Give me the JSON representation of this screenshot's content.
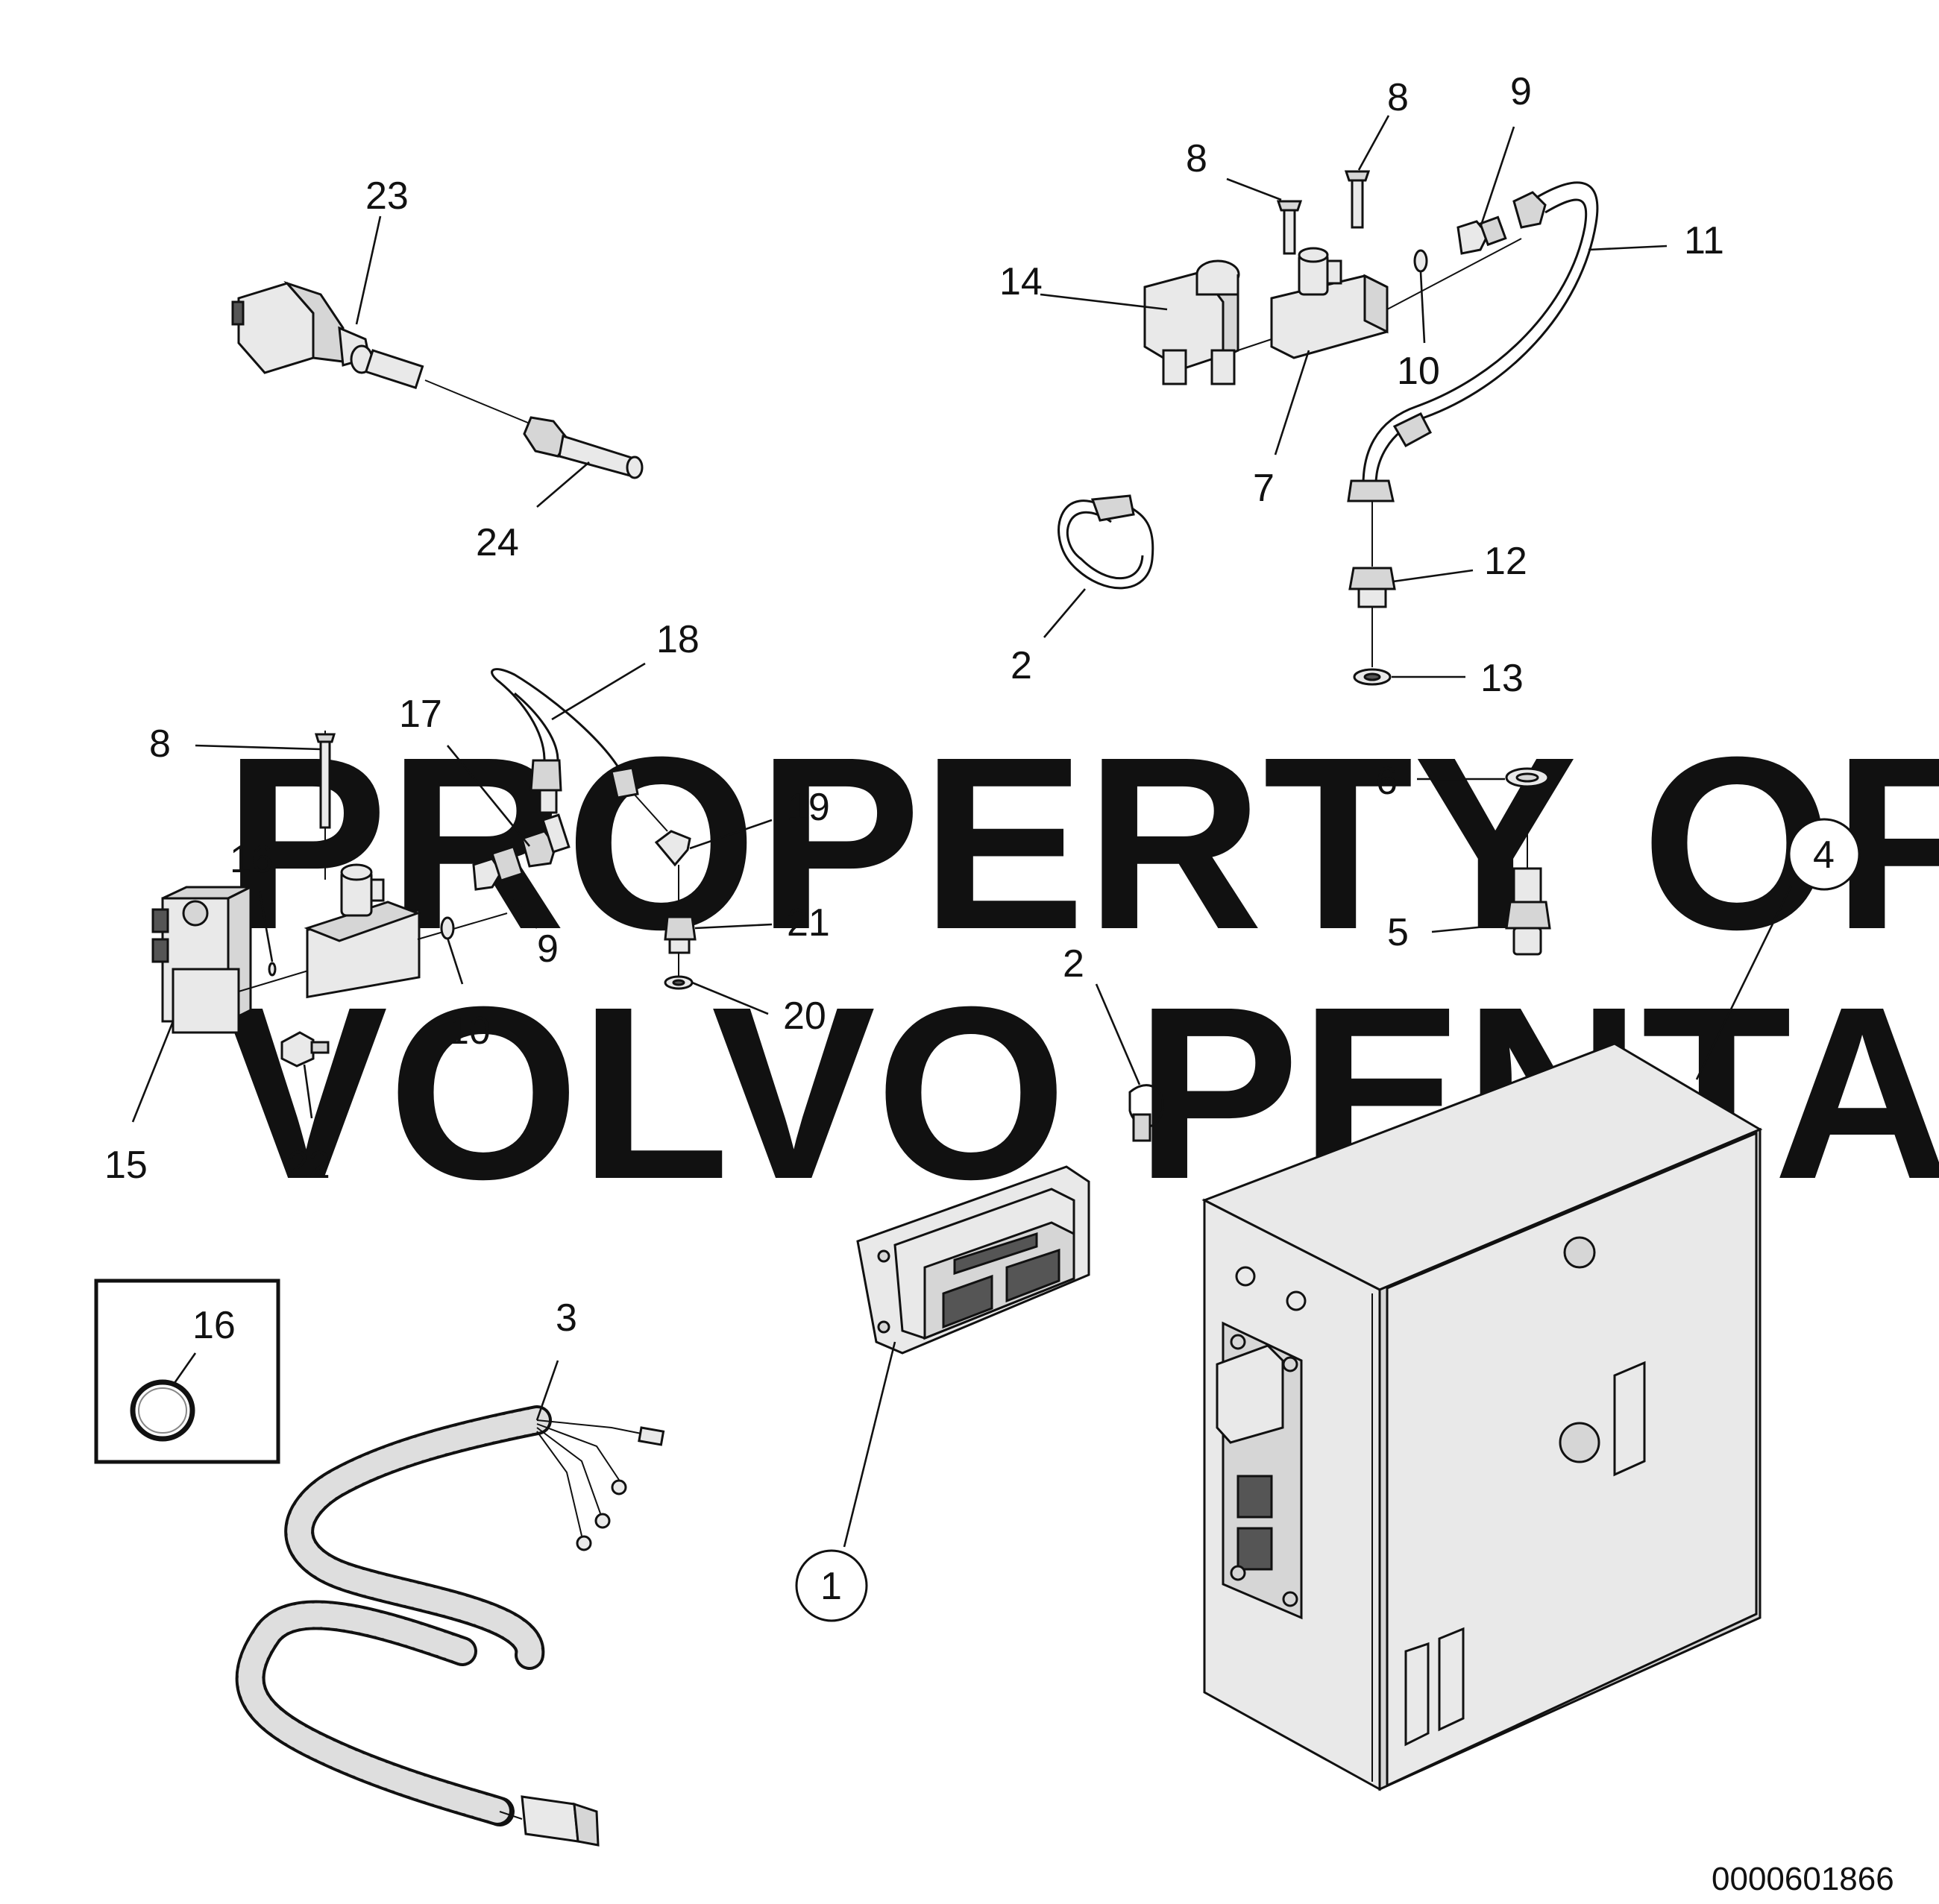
{
  "watermark": {
    "line1": "PROPERTY OF",
    "line2": "VOLVO PENTA"
  },
  "document_id": "0000601866",
  "callouts": {
    "c1": "1",
    "c2a": "2",
    "c2b": "2",
    "c3": "3",
    "c4": "4",
    "c5": "5",
    "c6": "6",
    "c7": "7",
    "c8a": "8",
    "c8b": "8",
    "c8c": "8",
    "c9a": "9",
    "c9b": "9",
    "c10a": "10",
    "c10b": "10",
    "c11": "11",
    "c12": "12",
    "c13": "13",
    "c14": "14",
    "c15": "15",
    "c16a": "16",
    "c16b": "16",
    "c17": "17",
    "c18": "18",
    "c19": "19",
    "c20": "20",
    "c21": "21",
    "c22": "22",
    "c23": "23",
    "c24": "24"
  }
}
